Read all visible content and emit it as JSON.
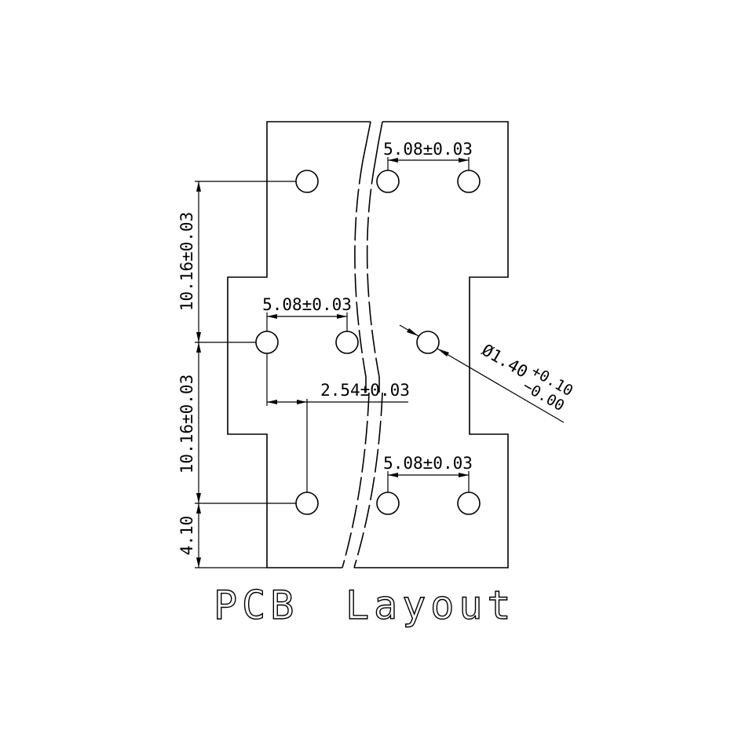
{
  "caption": {
    "left": "PCB",
    "right": "Layout"
  },
  "dimensions": {
    "pitch_top": "5.08±0.03",
    "pitch_middle": "5.08±0.03",
    "pitch_bottom": "5.08±0.03",
    "offset": "2.54±0.03",
    "vertical_upper": "10.16±0.03",
    "vertical_lower": "10.16±0.03",
    "vertical_edge": "4.10",
    "hole_diameter": "Ø1.40",
    "hole_tol_plus": "+0.10",
    "hole_tol_minus": "−0.00"
  }
}
